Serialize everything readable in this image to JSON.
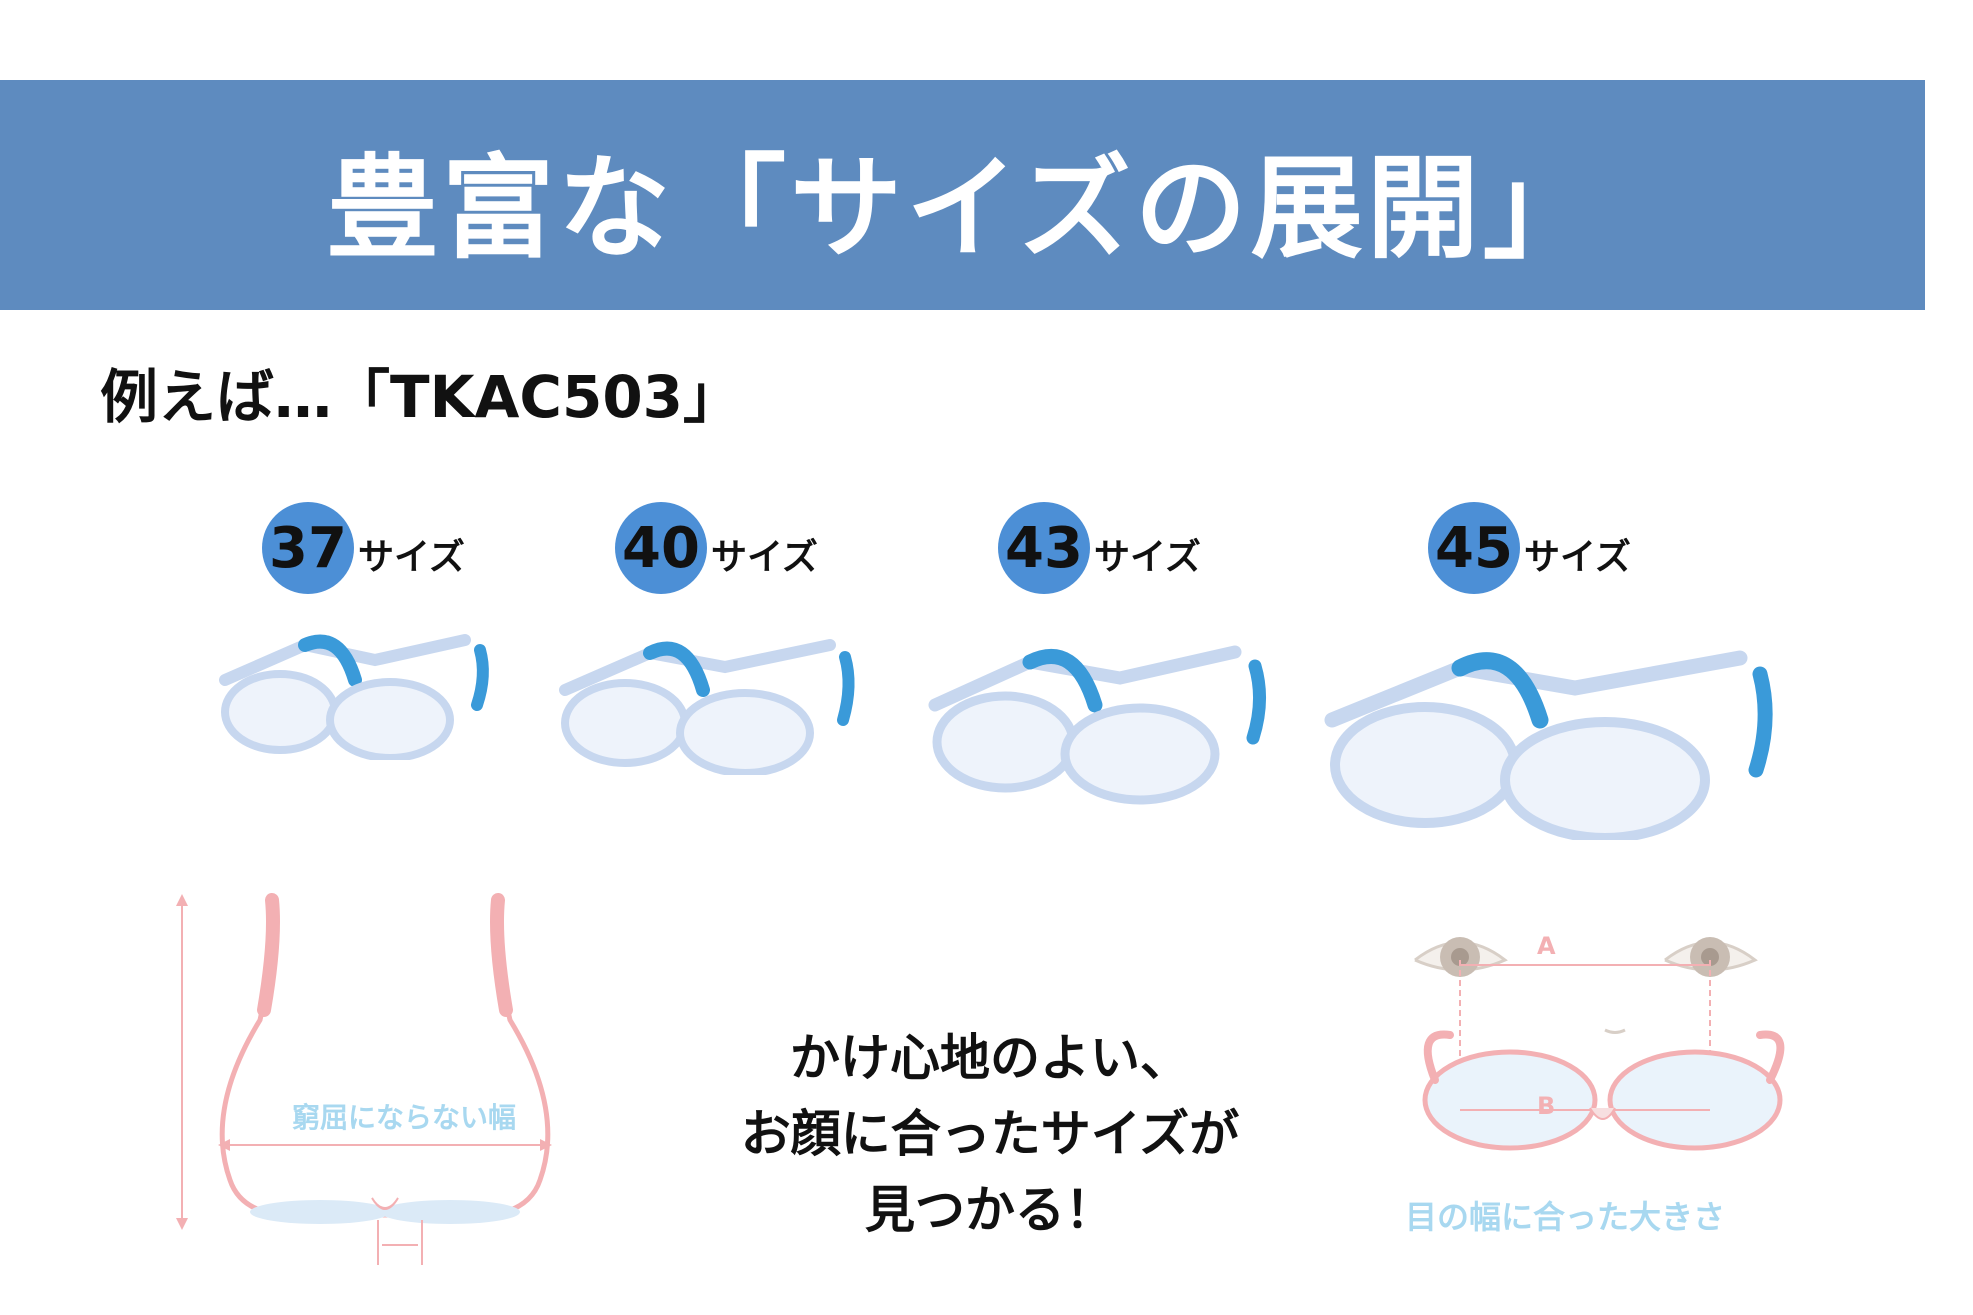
{
  "banner": {
    "title": "豊富な「サイズの展開」",
    "color": "#5e8bbf"
  },
  "example": {
    "label": "例えば…「TKAC503」"
  },
  "sizes": [
    {
      "number": "37",
      "suffix": "サイズ"
    },
    {
      "number": "40",
      "suffix": "サイズ"
    },
    {
      "number": "43",
      "suffix": "サイズ"
    },
    {
      "number": "45",
      "suffix": "サイズ"
    }
  ],
  "badge_color": "#4c8fd6",
  "temple_color": "#3a9ad9",
  "fit_text": {
    "line1": "かけ心地のよい、",
    "line2": "お顔に合ったサイズが",
    "line3": "見つかる！"
  },
  "left_diagram": {
    "width_label": "窮屈にならない幅"
  },
  "right_diagram": {
    "label_a": "A",
    "label_b": "B",
    "caption": "目の幅に合った大きさ"
  }
}
